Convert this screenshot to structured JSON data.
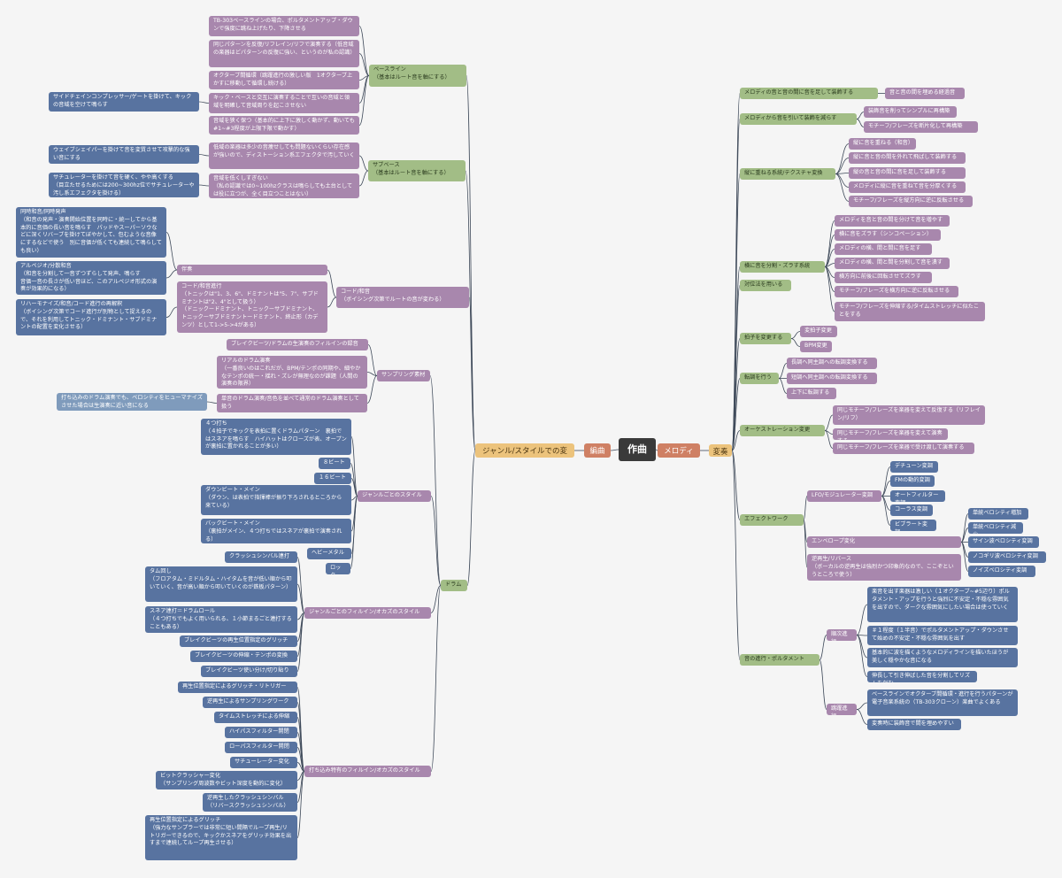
{
  "root": "作曲",
  "nodes": [
    {
      "t": "編曲"
    },
    {
      "t": "ジャンル/スタイルでの変更"
    },
    {
      "t": "ベースライン\n（基本はルート音を軸にする）"
    },
    {
      "t": "TB-303ベースラインの場合、ポルタメントアップ・ダウンで強度に跳ね上げたり、下降させる"
    },
    {
      "t": "同じパターンを反復/リフレイン/リフで演奏する（低音域の楽器はどパターンの反復に強い、というのが私の認識）"
    },
    {
      "t": "オクターブ間循環（跳躍進行の激しい版　1オクターブ上かすに移動して循環し続ける）"
    },
    {
      "t": "キック・ベースと交互に演奏することで互いの音域と領域を明確して音域周りを起こさせない"
    },
    {
      "t": "サイドチェインコンプレッサー/ゲートを掛けて、キックの音域を空けて鳴らす"
    },
    {
      "t": "音域を狭く保つ（基本的に上下に激しく動かず、動いても#1~#3程度が上限下限で動かす）"
    },
    {
      "t": "サブベース\n（基本はルート音を軸にする）"
    },
    {
      "t": "低域の楽器は多少の音痩せしても問題ないくらい存在感が強いので、ディストーション系エフェクタで汚していく"
    },
    {
      "t": "ウェイブシェイパーを掛けて音を変質させて攻撃的な強い音にする"
    },
    {
      "t": "音域を低くしすぎない\n（私の認識では0~100hzクラスは鳴らしても土台としては役に立つが、全く目立つことはない）"
    },
    {
      "t": "サチュレーターを掛けて音を硬く、やや高くする\n（目立たせるためには200~300hz位でサチュレーターや汚し系エフェクタを掛ける）"
    },
    {
      "t": "コード/和音\n（ボイシング次第でルートの音が変わる）"
    },
    {
      "t": "伴奏"
    },
    {
      "t": "同時和音/同時発声\n（和音の発声・演奏開始位置を同時に・統一してから基本的に音価の長い音を鳴らす　パッドやスーパーソウなどに深くリバーブを掛けてぼやかして、包むような音像にするなどで使う　別に音価が低くても連続して鳴らしても良い）"
    },
    {
      "t": "アルペジオ/分散和音\n（和音を分割して一音ずつずらして発声、鳴らす\n音価一音の長さが低い音ほど、このアルペジオ形式の演奏が効果的になる）"
    },
    {
      "t": "コード/和音進行\n（トニックは\"1、3、6\"、ドミナントは\"5、7\"、サブドミナントは\"2、4\"として扱う）\n（ドニックードミナント、トニックーサブドミナント、トニックーサブドミナントードミナント、終止形（カデンツ）として1->5->4がある）"
    },
    {
      "t": "リハーモナイズ/和音/コード進行の再解釈\n（ボイシング次第でコード進行が別物として捉えるので、それを利用してトニック・ドミナント・サブドミナントの配置を変化させる）"
    },
    {
      "t": "ドラム"
    },
    {
      "t": "サンプリング素材"
    },
    {
      "t": "ブレイクビーツ/ドラムの生演奏のフィルインの録音"
    },
    {
      "t": "リアルのドラム演奏\n（一番良いのはこれだが、BPM/テンポの同期や、細やかなテンポの統一・揺れ・ズレが無理なのが課題（人間の演奏の限界）"
    },
    {
      "t": "単音のドラム演奏/音色を並べて通常のドラム演奏として扱う"
    },
    {
      "t": "打ち込みのドラム演奏でも、ベロシティをヒューマナイズさせた場合は生演奏に近い音になる"
    },
    {
      "t": "ジャンルごとのスタイル"
    },
    {
      "t": "４つ打ち\n（４拍子でキックを表拍に置くドラムパターン　裏拍ではスネアを鳴らす　ハイハットはクローズが表、オープンが裏拍に置かれることが多い）"
    },
    {
      "t": "８ビート"
    },
    {
      "t": "１６ビート"
    },
    {
      "t": "ダウンビート・メイン\n（ダウン、は表拍で指揮棒が振り下ろされるところから来ている）"
    },
    {
      "t": "バックビート・メイン\n（裏拍がメイン、４つ打ちではスネアが裏拍で演奏される）"
    },
    {
      "t": "ヘビーメタル"
    },
    {
      "t": "ロック"
    },
    {
      "t": "ジャンルごとのフィルイン/オカズのスタイル"
    },
    {
      "t": "クラッシュシンバル連打"
    },
    {
      "t": "タム回し\n（フロアタム・ミドルタム・ハイタムを音が低い順から叩いていく、音が高い順から叩いていくのが鉄板パターン）"
    },
    {
      "t": "スネア連打＝ドラムロール\n（４つ打ちでもよく用いられる、１小節まるごと連打することもある）"
    },
    {
      "t": "ブレイクビーツの再生位置指定のグリッチ"
    },
    {
      "t": "ブレイクビーツの伸縮・テンポの変換"
    },
    {
      "t": "ブレイクビーツ使い分け/切り貼り"
    },
    {
      "t": "打ち込み特有のフィルイン/オカズのスタイル"
    },
    {
      "t": "再生位置指定によるグリッチ・リトリガー"
    },
    {
      "t": "逆再生によるサンプリングワーク"
    },
    {
      "t": "タイムストレッチによる伸縮"
    },
    {
      "t": "ハイパスフィルター開閉"
    },
    {
      "t": "ローパスフィルター開閉"
    },
    {
      "t": "サチューレーター変化"
    },
    {
      "t": "ビットクラッシャー変化\n（サンプリング周波数やビット深度を動的に変化）"
    },
    {
      "t": "逆再生したクラッシュシンバル\n（リバースクラッシュシンバル）"
    },
    {
      "t": "再生位置指定によるグリッチ\n（強力なサンプラーでは非常に短い間隔でループ再生/リトリガーできるので、キックかスネアをグリッチ効果を出すまで連続してループ再生させる）"
    },
    {
      "t": "メロディ"
    },
    {
      "t": "変奏"
    },
    {
      "t": "メロディの音と音の間に音を足して装飾する"
    },
    {
      "t": "音と音の間を埋める経過音"
    },
    {
      "t": "メロディから音を引いて装飾を減らす"
    },
    {
      "t": "装飾音を削ってシンプルに再構築"
    },
    {
      "t": "モチーフ/フレーズを断片化して再構築"
    },
    {
      "t": "縦に重ねる系統/テクスチャ変換"
    },
    {
      "t": "縦に音を重ねる（和音）"
    },
    {
      "t": "縦に音と音の間を外れて飛ばして装飾する"
    },
    {
      "t": "縦の音と音の間に音を足して装飾する"
    },
    {
      "t": "メロディに縦に音を重ねて音を分厚くする"
    },
    {
      "t": "モチーフ/フレーズを縦方向に逆に反転させる"
    },
    {
      "t": "横に音を分割・ズラす系統"
    },
    {
      "t": "対位法を用いる"
    },
    {
      "t": "メロディを音と音の間を分けて音を増やす"
    },
    {
      "t": "横に音をズラす（シンコペーション）"
    },
    {
      "t": "メロディの横、間と間に音を足す"
    },
    {
      "t": "メロディの横、間と間を分割して音を潰す"
    },
    {
      "t": "横方向に前後に回転させてズラす"
    },
    {
      "t": "モチーフ/フレーズを横方向に逆に反転させる"
    },
    {
      "t": "モチーフ/フレーズを伸縮する/タイムストレッチに似たことをする"
    },
    {
      "t": "拍子を変更する"
    },
    {
      "t": "変拍子変更"
    },
    {
      "t": "BPM変更"
    },
    {
      "t": "転調を行う"
    },
    {
      "t": "長調へ同主調への転調変換する"
    },
    {
      "t": "短調へ同主調への転調変換する"
    },
    {
      "t": "上下に転調する"
    },
    {
      "t": "オーケストレーション変更"
    },
    {
      "t": "同じモチーフ/フレーズを楽器を変えて反復する（リフレイン/リフ）"
    },
    {
      "t": "同じモチーフ/フレーズを楽器を変えて演奏する"
    },
    {
      "t": "同じモチーフ/フレーズを楽器で受け渡して演奏する"
    },
    {
      "t": "エフェクトワーク"
    },
    {
      "t": "LFO/モジュレーター変調"
    },
    {
      "t": "デチューン変調"
    },
    {
      "t": "FMの動的変調"
    },
    {
      "t": "オートフィルター変調"
    },
    {
      "t": "コーラス変調"
    },
    {
      "t": "ビブラート変調"
    },
    {
      "t": "エンベロープ変化"
    },
    {
      "t": "単統ベロシティ増加"
    },
    {
      "t": "単統ベロシティ減少"
    },
    {
      "t": "サイン波ベロシティ変調"
    },
    {
      "t": "ノコギリ波ベロシティ変調"
    },
    {
      "t": "ノイズベロシティ変調"
    },
    {
      "t": "逆再生/リバース\n（ボーカルの逆再生は強烈かつ印象的なので、ここぞというところで使う）"
    },
    {
      "t": "音の進行・ポルタメント"
    },
    {
      "t": "順次進行"
    },
    {
      "t": "楽音を出す楽器は激しい（１オクターブ~#5辺り）ポルタメント・アップを行うと強烈に不安定・不穏な雰囲気を出すので、ダークな雰囲気にしたい場合は使っていく"
    },
    {
      "t": "＃１程度（１半音）でポルタメントアップ・ダウンさせて始めの不安定・不穏な雰囲気を出す"
    },
    {
      "t": "基本的に波を描くようなメロディラインを描いたほうが美しく穏やかな音になる"
    },
    {
      "t": "伸長して引き伸ばした音を分割してリズムを刻む"
    },
    {
      "t": "跳躍進行"
    },
    {
      "t": "ベースラインでオクターブ間循環・進行を行うパターンが電子音楽系統の（TB-303クローン）楽曲でよくある"
    },
    {
      "t": "変奏時に装飾音で間を埋めやすい"
    }
  ]
}
